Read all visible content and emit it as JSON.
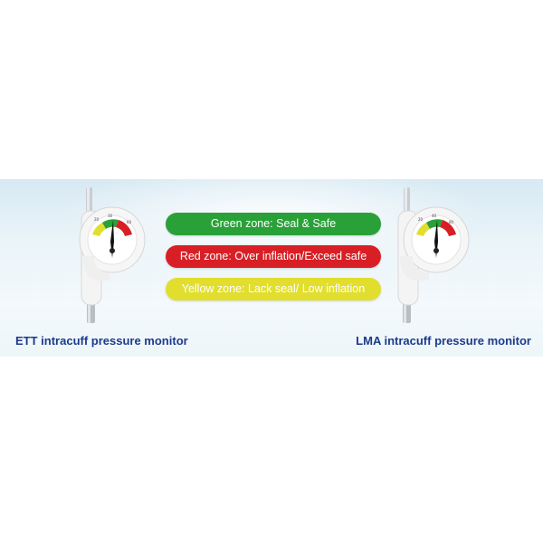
{
  "zones": {
    "green": {
      "label": "Green zone: Seal & Safe",
      "color": "#29a138"
    },
    "red": {
      "label": "Red zone: Over inflation/Exceed safe",
      "color": "#d81f26"
    },
    "yellow": {
      "label": "Yellow zone: Lack seal/ Low inflation",
      "color": "#e2de2e"
    }
  },
  "devices": {
    "left": {
      "caption": "ETT intracuff pressure monitor"
    },
    "right": {
      "caption": "LMA intracuff pressure monitor"
    }
  },
  "colors": {
    "caption": "#1d3a8a",
    "banner": "#e6f2f8"
  }
}
